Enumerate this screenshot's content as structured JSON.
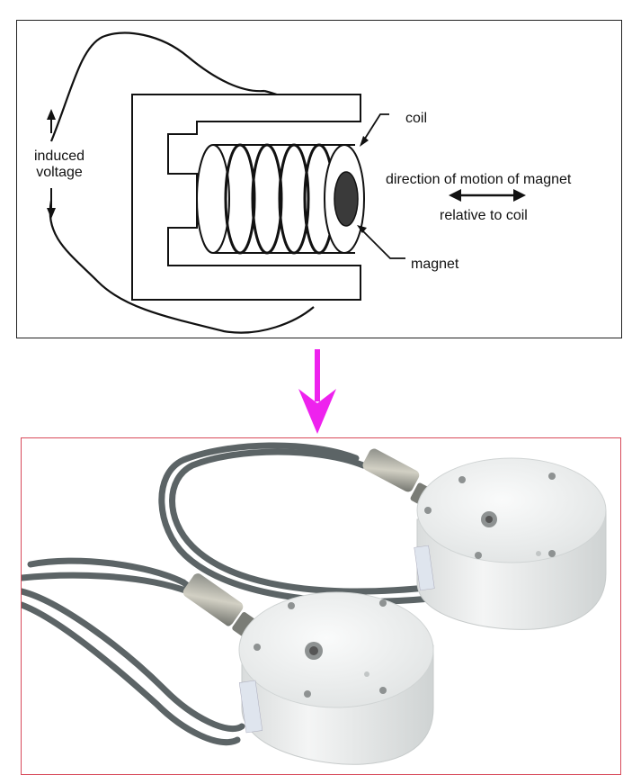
{
  "diagram": {
    "labels": {
      "induced_voltage": "induced\nvoltage",
      "coil": "coil",
      "direction": "direction of motion of magnet",
      "relative": "relative to coil",
      "magnet": "magnet"
    }
  },
  "colors": {
    "arrow": "#ee22ee",
    "photo_border": "#d84a5a",
    "cable": "#5c6466",
    "sensor_body": "#eceeed"
  },
  "photo": {
    "subject": "geophone sensors"
  }
}
